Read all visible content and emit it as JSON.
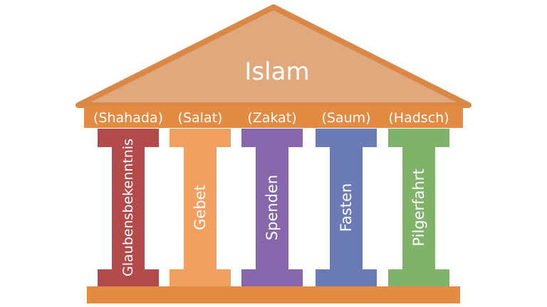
{
  "title": "Islam",
  "colors": {
    "roof_fill": "#e1a77d",
    "roof_border": "#d98845",
    "beam": "#e38a43",
    "base": "#e38a43",
    "label_text": "#ffffff",
    "arabic_text": "#ffffff"
  },
  "pillars": [
    {
      "arabic": "(Shahada)",
      "label": "Glaubensbekenntnis",
      "color": "#b34a4c"
    },
    {
      "arabic": "(Salat)",
      "label": "Gebet",
      "color": "#f2a062"
    },
    {
      "arabic": "(Zakat)",
      "label": "Spenden",
      "color": "#8767ab"
    },
    {
      "arabic": "(Saum)",
      "label": "Fasten",
      "color": "#6a7bb5"
    },
    {
      "arabic": "(Hadsch)",
      "label": "Pilgerfahrt",
      "color": "#7fb36a"
    }
  ]
}
